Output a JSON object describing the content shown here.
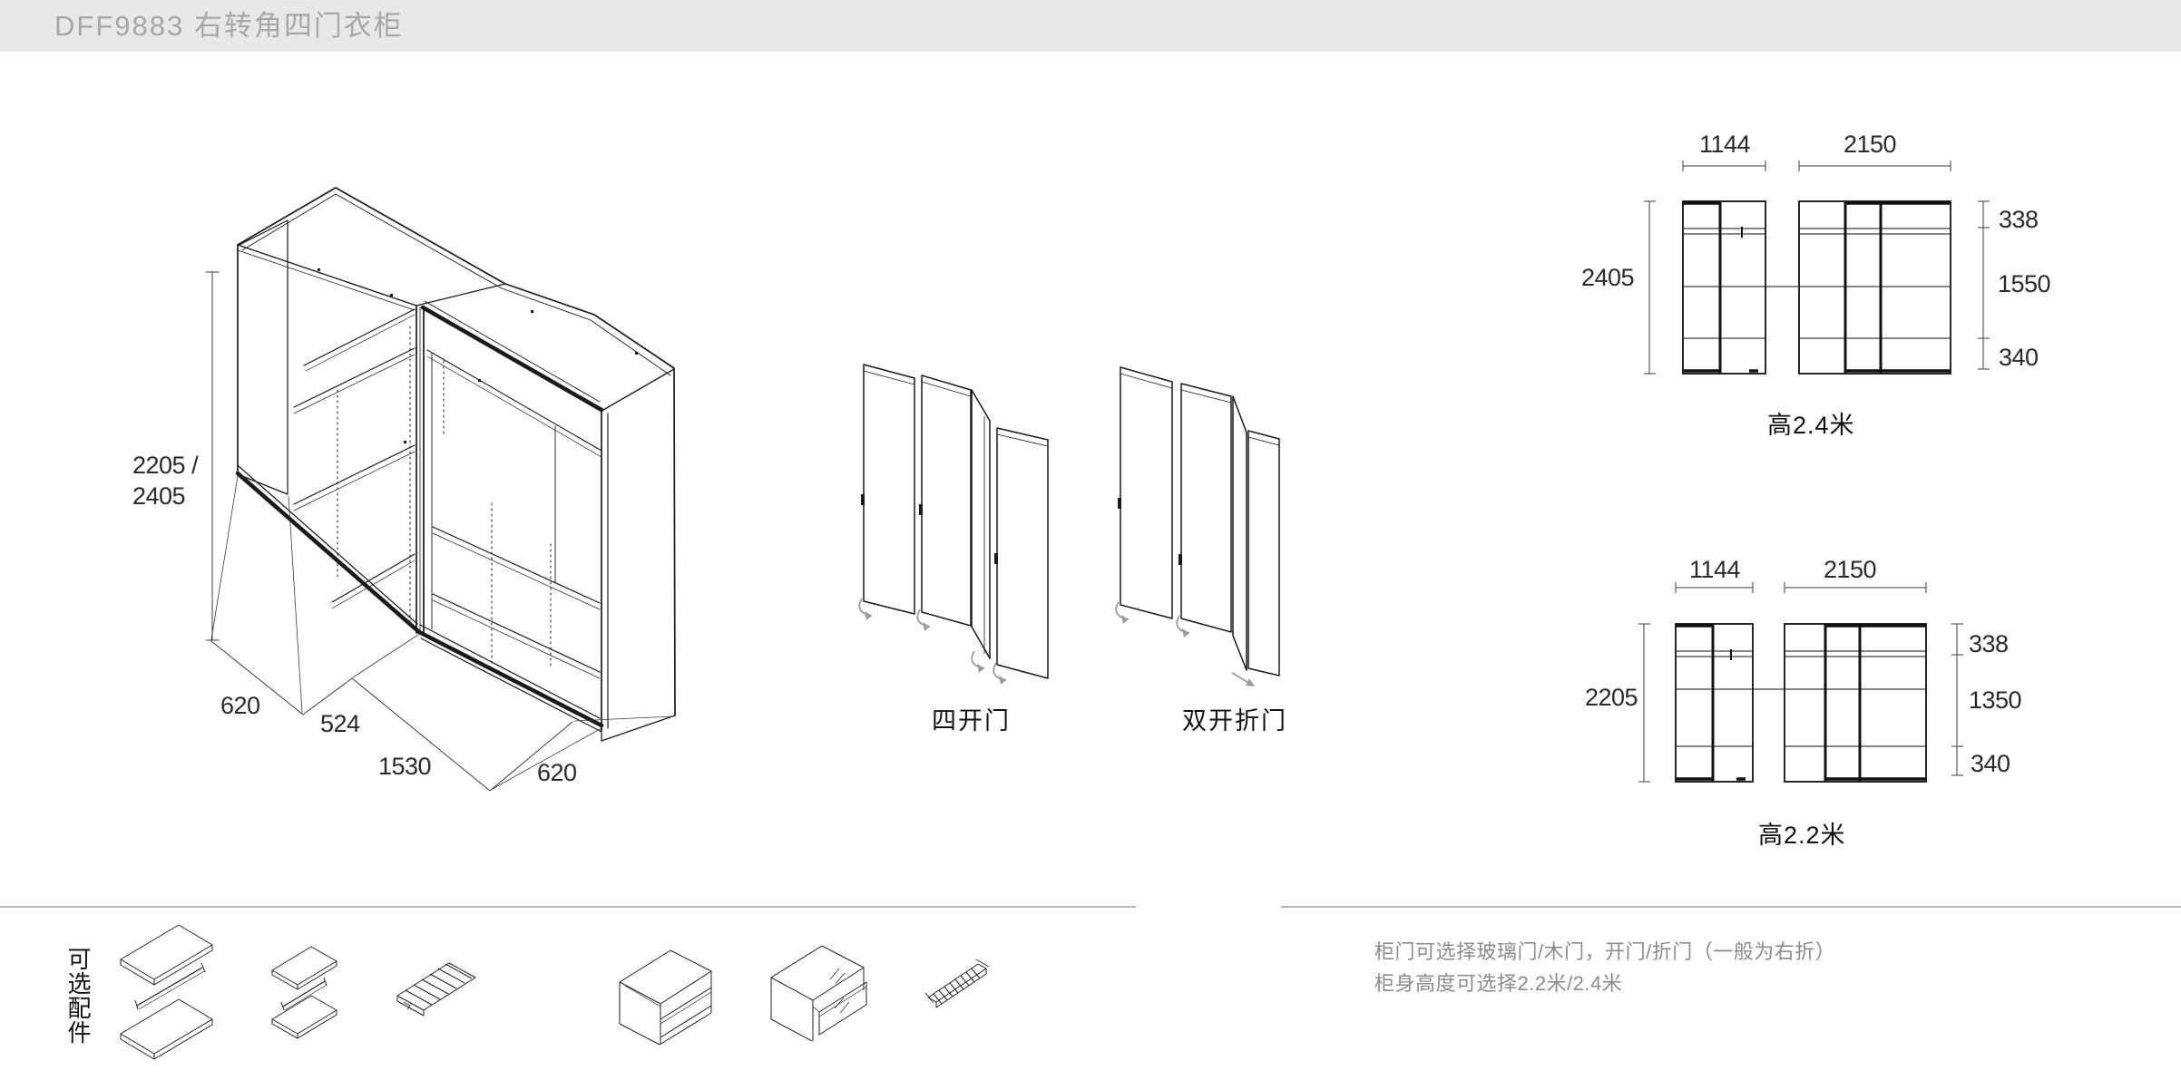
{
  "header": {
    "title": "DFF9883 右转角四门衣柜"
  },
  "main_drawing": {
    "height_label_line1": "2205 /",
    "height_label_line2": "2405",
    "dim_left_depth": "620",
    "dim_left_width": "524",
    "dim_right_width": "1530",
    "dim_right_depth": "620"
  },
  "door_options": {
    "four_door_label": "四开门",
    "bifold_label": "双开折门"
  },
  "elevations": [
    {
      "caption": "高2.4米",
      "height": "2405",
      "widths": [
        "1144",
        "2150"
      ],
      "segments": [
        "338",
        "1550",
        "340"
      ]
    },
    {
      "caption": "高2.2米",
      "height": "2205",
      "widths": [
        "1144",
        "2150"
      ],
      "segments": [
        "338",
        "1350",
        "340"
      ]
    }
  ],
  "accessories": {
    "label": "可选配件",
    "items": [
      "shelf-with-rod-large-icon",
      "shelf-with-rod-small-icon",
      "pull-out-trouser-rack-icon",
      "open-shelf-unit-icon",
      "drawer-unit-icon",
      "pull-out-hook-rack-icon"
    ]
  },
  "notes": {
    "line1": "柜门可选择玻璃门/木门，开门/折门（一般为右折）",
    "line2": "柜身高度可选择2.2米/2.4米"
  },
  "colors": {
    "title_bar_bg": "#e8e8e8",
    "title_text": "#a7a7a7",
    "note_text": "#8c8c8c",
    "drawing_line": "#1a1a1a",
    "dimension_line": "#3c3c3c",
    "arrow": "#9c9c9c",
    "separator": "#b8b8b8"
  }
}
